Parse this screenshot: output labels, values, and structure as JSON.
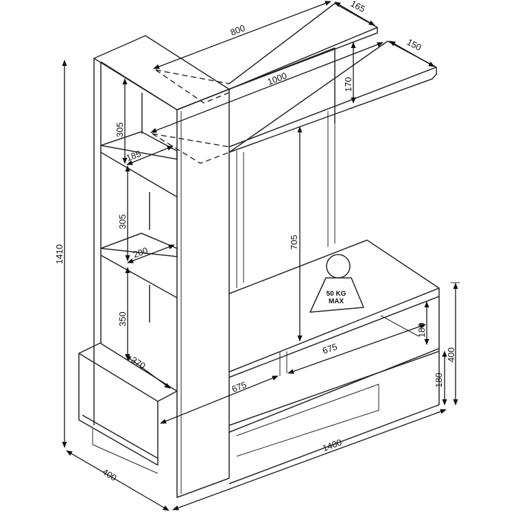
{
  "dimensions": {
    "top_shelf_width": "800",
    "top_shelf_depth": "165",
    "second_shelf_depth": "150",
    "second_shelf_width": "1000",
    "shelf_gap": "170",
    "shelf_top_height": "305",
    "shelf_top_depth": "185",
    "shelf_mid_height": "305",
    "shelf_mid_depth": "200",
    "shelf_low_height": "350",
    "base_depth_side": "370",
    "tv_space_height": "705",
    "drawer_height": "180",
    "unit_height": "400",
    "base_height": "180",
    "inner_width": "675",
    "drawer_width": "675",
    "total_width": "1400",
    "total_depth": "400",
    "total_height": "1410"
  },
  "weight": {
    "line1": "50 KG",
    "line2": "MAX"
  }
}
